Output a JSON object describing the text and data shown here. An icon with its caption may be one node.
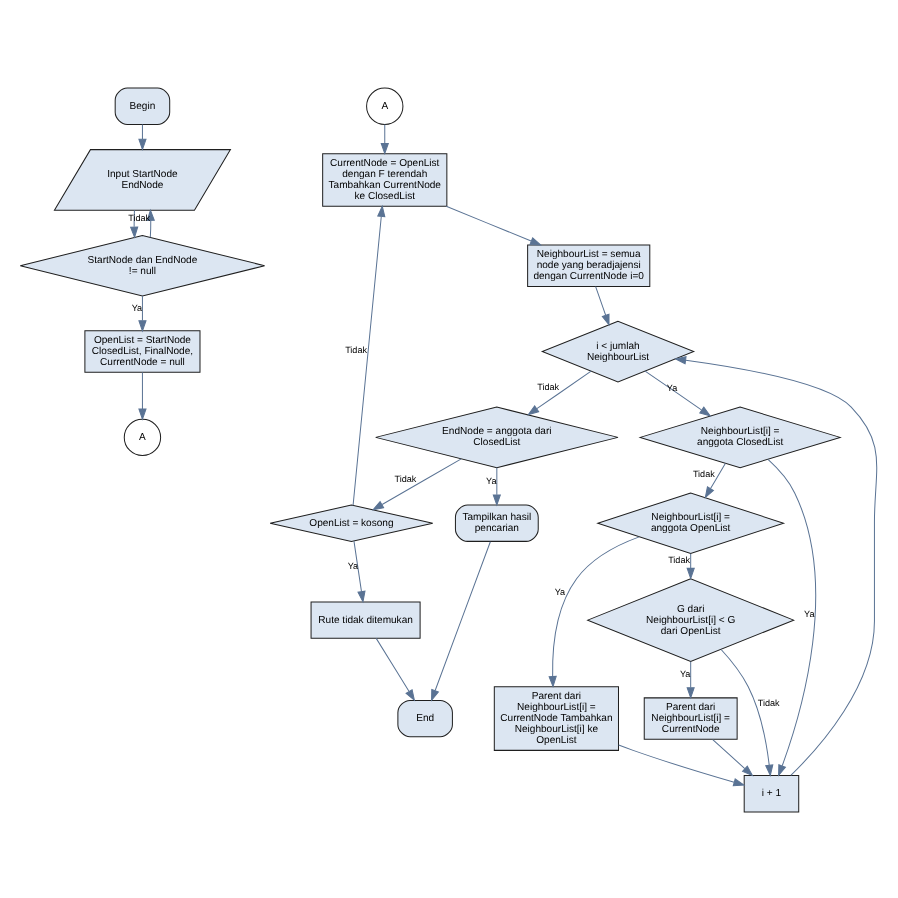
{
  "diagram": {
    "nodes": [
      {
        "text": [
          "Begin"
        ]
      },
      {
        "text": [
          "Input StartNode EndNode"
        ]
      },
      {
        "text": [
          "StartNode dan EndNode != null"
        ]
      },
      {
        "text": [
          "OpenList = StartNode ClosedList, FinalNode, CurrentNode = null"
        ]
      },
      {
        "text": [
          "A"
        ]
      },
      {
        "text": [
          "A"
        ]
      },
      {
        "text": [
          "CurrentNode = OpenList dengan F terendah Tambahkan CurrentNode ke ClosedList"
        ]
      },
      {
        "text": [
          "NeighbourList = semua node yang beradjajensi dengan CurrentNode i=0"
        ]
      },
      {
        "text": [
          "i < jumlah NeighbourList"
        ]
      },
      {
        "text": [
          "i + 1"
        ]
      },
      {
        "text": [
          "NeighbourList[i] = anggota ClosedList"
        ]
      },
      {
        "text": [
          "NeighbourList[i] = anggota OpenList"
        ]
      },
      {
        "text": [
          "G dari NeighbourList[i] < G dari OpenList"
        ]
      },
      {
        "text": [
          "Parent dari NeighbourList[i] = CurrentNode Tambahkan NeighbourList[i] ke OpenList"
        ]
      },
      {
        "text": [
          "Parent dari NeighbourList[i] = CurrentNode"
        ]
      },
      {
        "text": [
          "EndNode = anggota dari ClosedList"
        ]
      },
      {
        "text": [
          "Tampilkan hasil pencarian"
        ]
      },
      {
        "text": [
          "End"
        ]
      },
      {
        "text": [
          "OpenList = kosong"
        ]
      },
      {
        "text": [
          "Rute tidak ditemukan"
        ]
      }
    ],
    "edges": [
      {
        "from": 0,
        "to": 1,
        "arrow": "to"
      },
      {
        "from": 1,
        "to": 2,
        "arrow": "to"
      },
      {
        "from": 2,
        "to": 1,
        "arrow": "to",
        "label": "Tidak"
      },
      {
        "from": 2,
        "to": 3,
        "arrow": "to",
        "label": "Ya"
      },
      {
        "from": 3,
        "to": 4,
        "arrow": "to"
      },
      {
        "from": 5,
        "to": 6,
        "arrow": "to"
      },
      {
        "from": 6,
        "to": 7,
        "arrow": "to"
      },
      {
        "from": 7,
        "to": 8,
        "arrow": "to"
      },
      {
        "from": 8,
        "to": 10,
        "arrow": "to",
        "label": "Ya"
      },
      {
        "from": 8,
        "to": 15,
        "arrow": "to",
        "label": "Tidak"
      },
      {
        "from": 10,
        "to": 9,
        "arrow": "to",
        "label": "Ya"
      },
      {
        "from": 10,
        "to": 11,
        "arrow": "to",
        "label": "Tidak"
      },
      {
        "from": 11,
        "to": 12,
        "arrow": "to",
        "label": "Tidak"
      },
      {
        "from": 11,
        "to": 13,
        "arrow": "to",
        "label": "Ya"
      },
      {
        "from": 13,
        "to": 9,
        "arrow": "to"
      },
      {
        "from": 12,
        "to": 9,
        "arrow": "to",
        "label": "Tidak"
      },
      {
        "from": 12,
        "to": 14,
        "arrow": "to",
        "label": "Ya"
      },
      {
        "from": 14,
        "to": 9,
        "arrow": "to"
      },
      {
        "from": 9,
        "to": 8,
        "arrow": "to"
      },
      {
        "from": 15,
        "to": 16,
        "arrow": "to",
        "label": "Ya"
      },
      {
        "from": 15,
        "to": 18,
        "arrow": "to",
        "label": "Tidak"
      },
      {
        "from": 16,
        "to": 17,
        "arrow": "to"
      },
      {
        "from": 18,
        "to": 19,
        "arrow": "to",
        "label": "Ya"
      },
      {
        "from": 19,
        "to": 17,
        "arrow": "to"
      },
      {
        "from": 18,
        "to": 6,
        "arrow": "to",
        "label": "Tidak"
      }
    ]
  }
}
